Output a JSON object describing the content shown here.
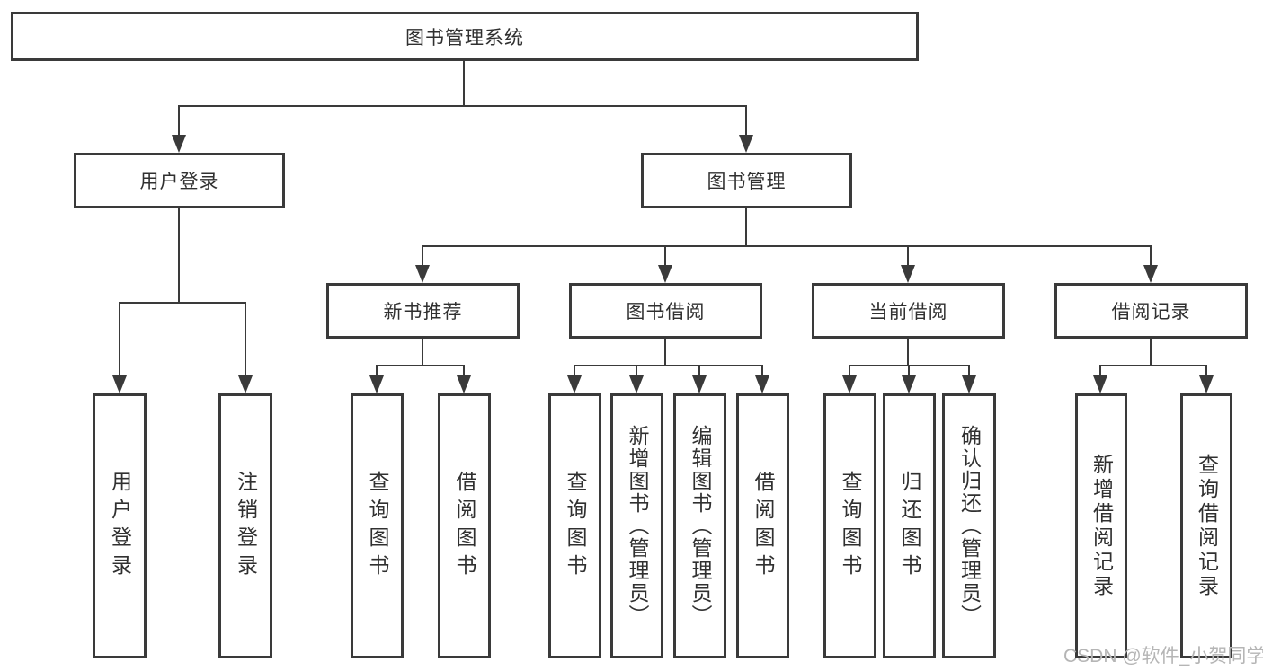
{
  "page": {
    "background": "#ffffff"
  },
  "diagram": {
    "type": "hierarchy-tree",
    "nodes": {
      "root": {
        "label": "图书管理系统"
      },
      "user_login_group": {
        "label": "用户登录"
      },
      "book_management": {
        "label": "图书管理"
      },
      "new_book_recommend": {
        "label": "新书推荐"
      },
      "book_borrow": {
        "label": "图书借阅"
      },
      "current_borrow": {
        "label": "当前借阅"
      },
      "borrow_records": {
        "label": "借阅记录"
      },
      "leaf_user_login": {
        "label": "用户登录"
      },
      "leaf_logout": {
        "label": "注销登录"
      },
      "leaf_recommend_query": {
        "label": "查询图书"
      },
      "leaf_recommend_borrow": {
        "label": "借阅图书"
      },
      "leaf_bb_query": {
        "label": "查询图书"
      },
      "leaf_bb_add": {
        "label": "新增图书（管理员）"
      },
      "leaf_bb_edit": {
        "label": "编辑图书（管理员）"
      },
      "leaf_bb_borrow": {
        "label": "借阅图书"
      },
      "leaf_cb_query": {
        "label": "查询图书"
      },
      "leaf_cb_return": {
        "label": "归还图书"
      },
      "leaf_cb_confirm": {
        "label": "确认归还（管理员）"
      },
      "leaf_br_add": {
        "label": "新增借阅记录"
      },
      "leaf_br_query": {
        "label": "查询借阅记录"
      }
    },
    "hierarchy": {
      "图书管理系统": [
        "用户登录",
        "图书管理"
      ],
      "用户登录": [
        "用户登录",
        "注销登录"
      ],
      "图书管理": [
        "新书推荐",
        "图书借阅",
        "当前借阅",
        "借阅记录"
      ],
      "新书推荐": [
        "查询图书",
        "借阅图书"
      ],
      "图书借阅": [
        "查询图书",
        "新增图书（管理员）",
        "编辑图书（管理员）",
        "借阅图书"
      ],
      "当前借阅": [
        "查询图书",
        "归还图书",
        "确认归还（管理员）"
      ],
      "借阅记录": [
        "新增借阅记录",
        "查询借阅记录"
      ]
    },
    "colors": {
      "line": "#3a3a3a",
      "text": "#303030",
      "node_background": "#ffffff"
    }
  },
  "watermark": {
    "text": "CSDN @软件_小贺同学",
    "color": "#b5b5b5"
  }
}
